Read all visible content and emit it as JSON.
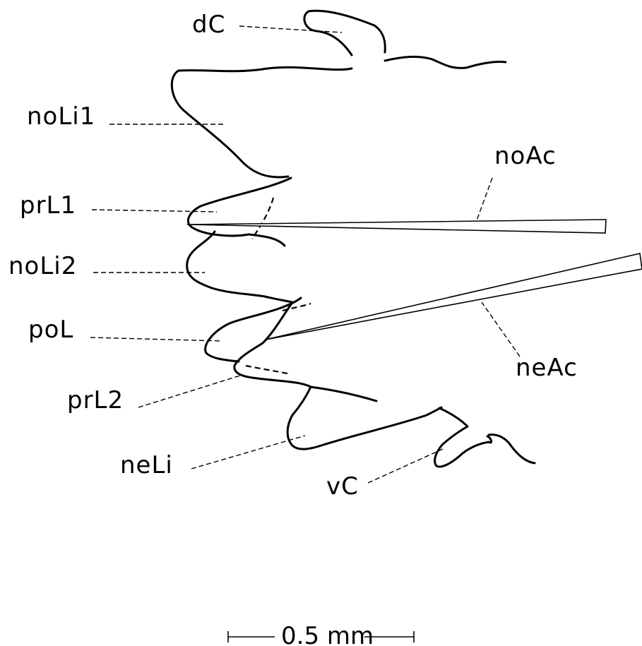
{
  "labels": {
    "dC": "dC",
    "noLi1": "noLi1",
    "noAc": "noAc",
    "prL1": "prL1",
    "noLi2": "noLi2",
    "poL": "poL",
    "neAc": "neAc",
    "prL2": "prL2",
    "neLi": "neLi",
    "vC": "vC"
  },
  "scale_bar": {
    "text": "0.5 mm"
  },
  "colors": {
    "stroke": "#000000",
    "background": "#ffffff"
  }
}
